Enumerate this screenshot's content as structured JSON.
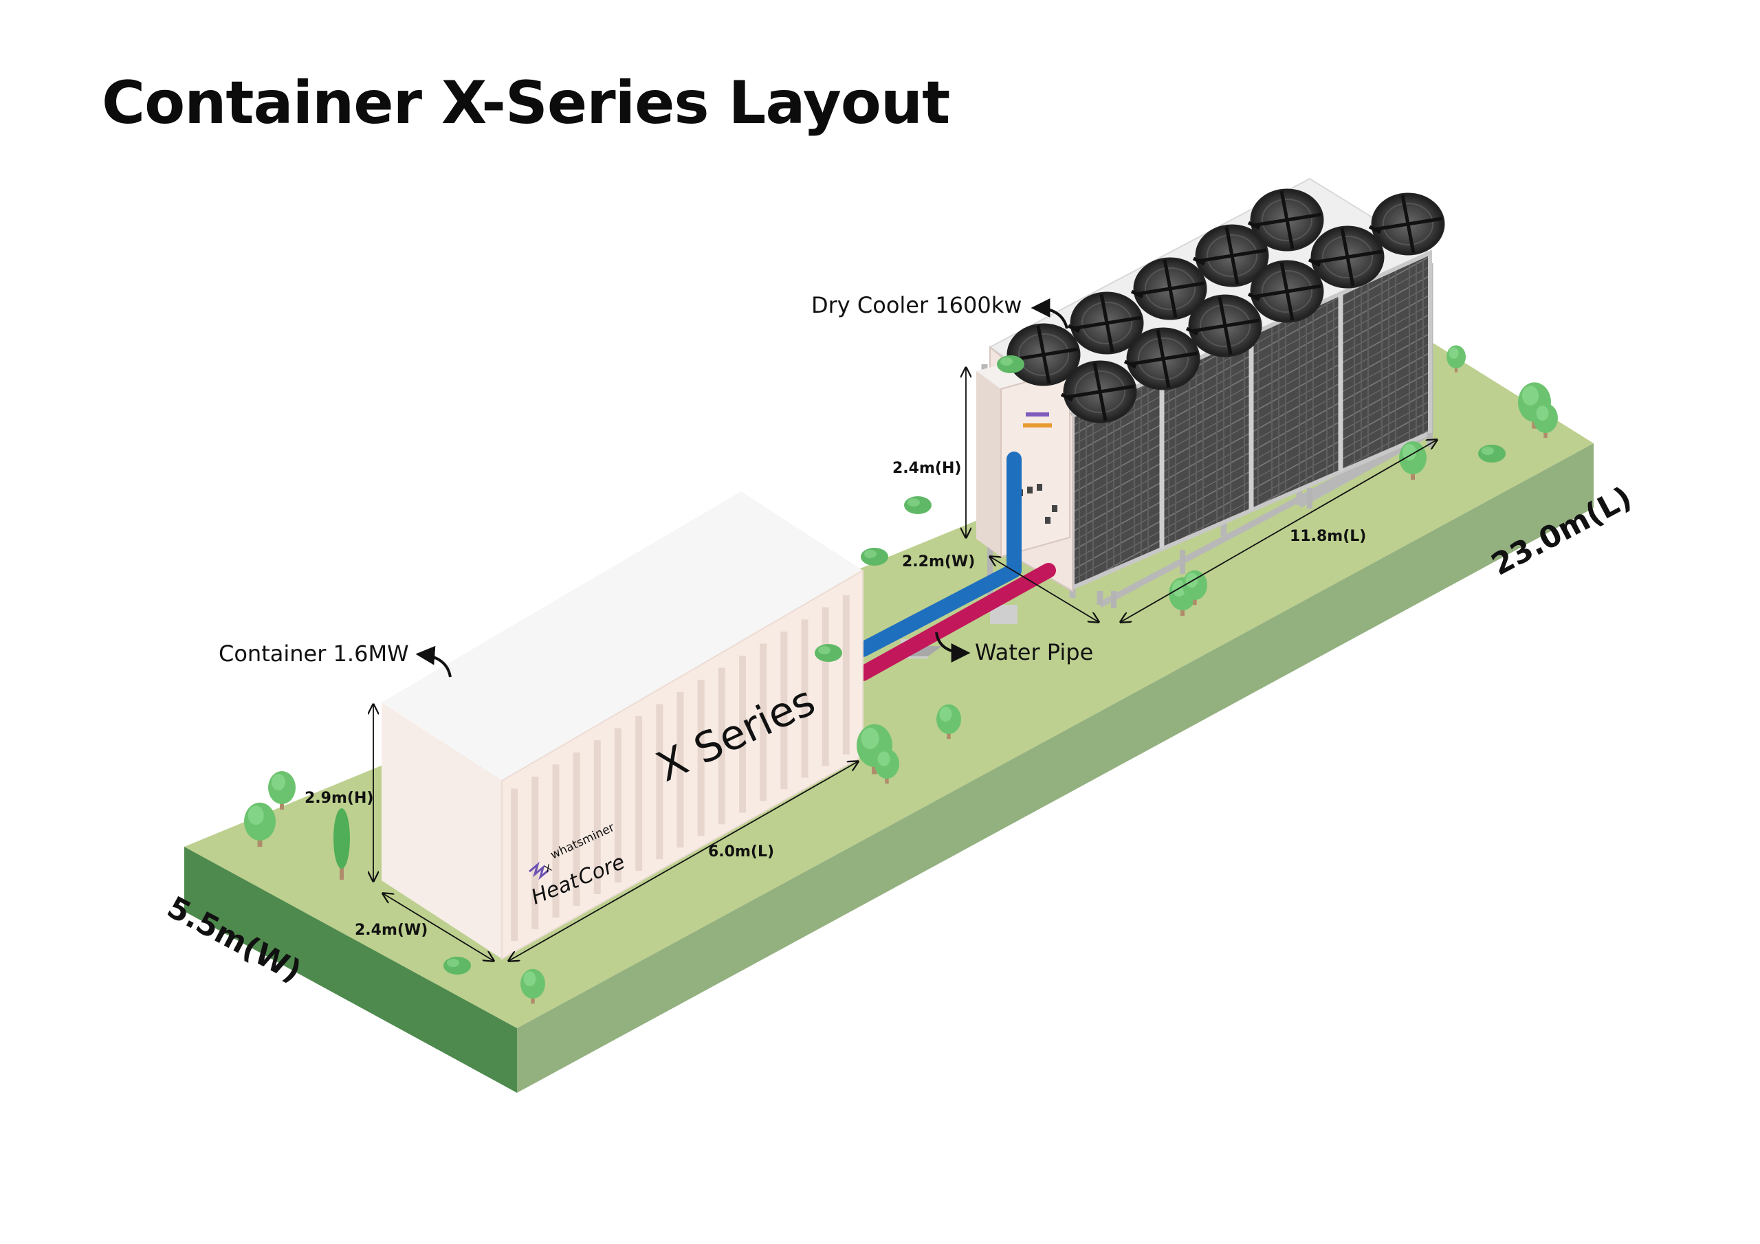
{
  "title": "Container X-Series Layout",
  "labels": {
    "dry_cooler": "Dry Cooler 1600kw",
    "container": "Container 1.6MW",
    "water_pipe": "Water Pipe",
    "container_brand": "X Series",
    "logo_whatsminer": "whatsminer",
    "logo_x": "X",
    "logo_heat": "Heat",
    "logo_core": "Core"
  },
  "dimensions": {
    "site_length": "23.0m(L)",
    "site_width": "5.5m(W)",
    "container_height": "2.9m(H)",
    "container_width": "2.4m(W)",
    "container_length": "6.0m(L)",
    "cooler_height": "2.4m(H)",
    "cooler_width": "2.2m(W)",
    "cooler_length": "11.8m(L)"
  },
  "colors": {
    "grass_top": "#bdd08f",
    "grass_front": "#4e8a4d",
    "grass_right": "#93b07f",
    "container_top": "#f6f6f6",
    "container_side": "#f7ece6",
    "pipe_supply": "#1f6fbf",
    "pipe_return": "#c2185b",
    "fan": "#3a3a3a",
    "panel": "#4b4b4b",
    "tree": "#6cc36f"
  }
}
